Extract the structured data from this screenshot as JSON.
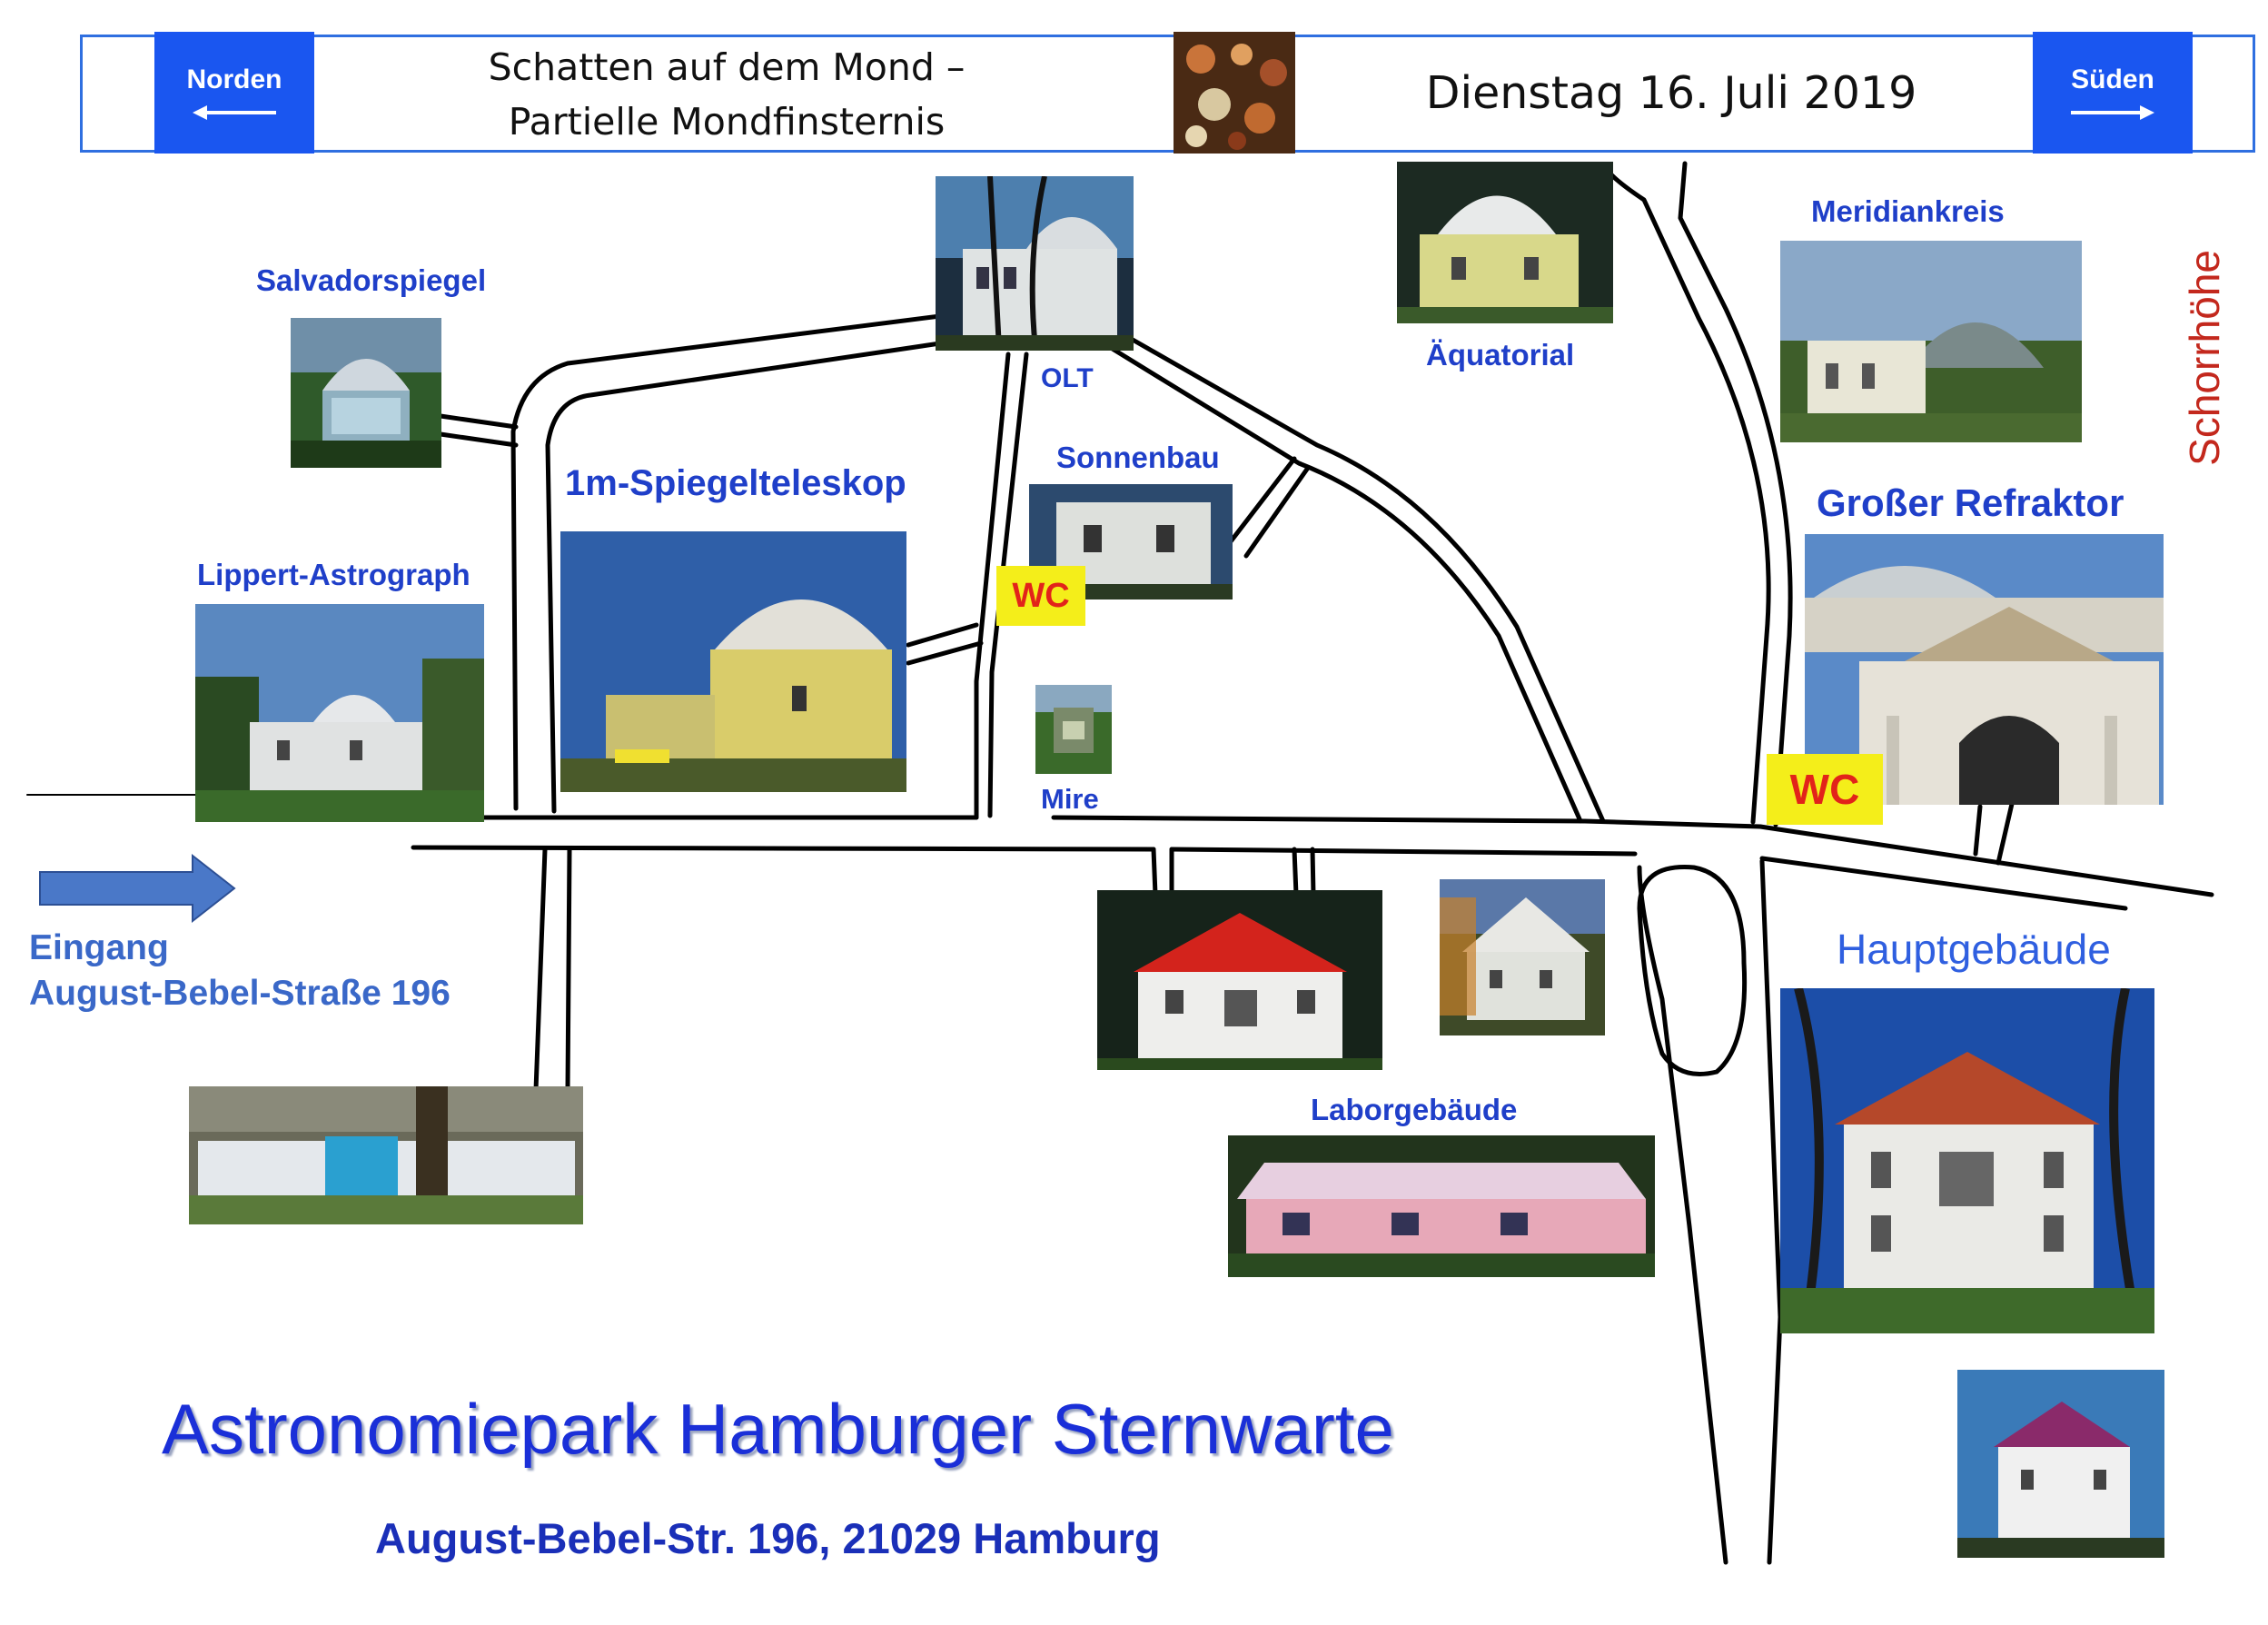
{
  "header": {
    "north_label": "Norden",
    "south_label": "Süden",
    "title_line1": "Schatten auf dem Mond –",
    "title_line2": "Partielle Mondfinsternis",
    "date": "Dienstag 16. Juli 2019"
  },
  "labels": {
    "salvadorspiegel": "Salvadorspiegel",
    "olt": "OLT",
    "aequatorial": "Äquatorial",
    "meridiankreis": "Meridiankreis",
    "schorrhoehe": "Schorrhöhe",
    "spiegelteleskop": "1m-Spiegelteleskop",
    "sonnenbau": "Sonnenbau",
    "grosser_refraktor": "Großer Refraktor",
    "lippert": "Lippert-Astrograph",
    "mire": "Mire",
    "hauptgebaeude": "Hauptgebäude",
    "laborgebaeude": "Laborgebäude",
    "wc": "WC"
  },
  "entrance": {
    "line1": "Eingang",
    "line2": "August-Bebel-Straße 196"
  },
  "footer": {
    "title": "Astronomiepark Hamburger Sternwarte",
    "address": "August-Bebel-Str. 196, 21029 Hamburg"
  },
  "colors": {
    "nav_blue": "#1a56f0",
    "label_blue": "#1f3fc9",
    "title_blue": "#1a2fd8",
    "entry_arrow": "#4a78c8",
    "wc_yellow": "#f4ee1a",
    "wc_red": "#e2231a",
    "schorrhoehe_red": "#c3281d"
  },
  "icons": {
    "north_arrow": "left-arrow-icon",
    "south_arrow": "right-arrow-icon",
    "entry_arrow": "entry-arrow-icon"
  }
}
